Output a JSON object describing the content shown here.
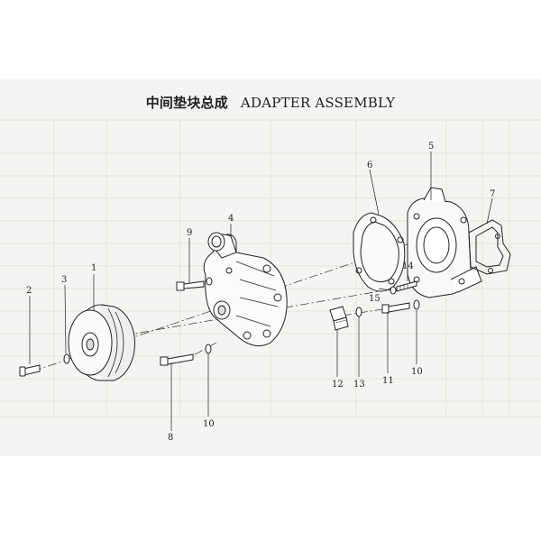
{
  "title": {
    "chinese": "中间垫块总成",
    "english": "ADAPTER ASSEMBLY"
  },
  "callouts": [
    {
      "id": "1",
      "part": "pulley"
    },
    {
      "id": "2",
      "part": "pulley-bolt"
    },
    {
      "id": "3",
      "part": "pulley-washer"
    },
    {
      "id": "4",
      "part": "water-pump"
    },
    {
      "id": "5",
      "part": "adapter-plate"
    },
    {
      "id": "6",
      "part": "adapter-gasket"
    },
    {
      "id": "7",
      "part": "rear-gasket"
    },
    {
      "id": "8",
      "part": "lower-bolt"
    },
    {
      "id": "9",
      "part": "upper-bolt"
    },
    {
      "id": "10",
      "part": "washer"
    },
    {
      "id": "11",
      "part": "adapter-bolt"
    },
    {
      "id": "12",
      "part": "plug"
    },
    {
      "id": "13",
      "part": "plug-washer"
    },
    {
      "id": "14",
      "part": "stud"
    },
    {
      "id": "15",
      "part": "stud-washer"
    }
  ],
  "colors": {
    "paper": "#f4f4f2",
    "ink": "#222222",
    "ghost_table": "#d9d9d6"
  }
}
